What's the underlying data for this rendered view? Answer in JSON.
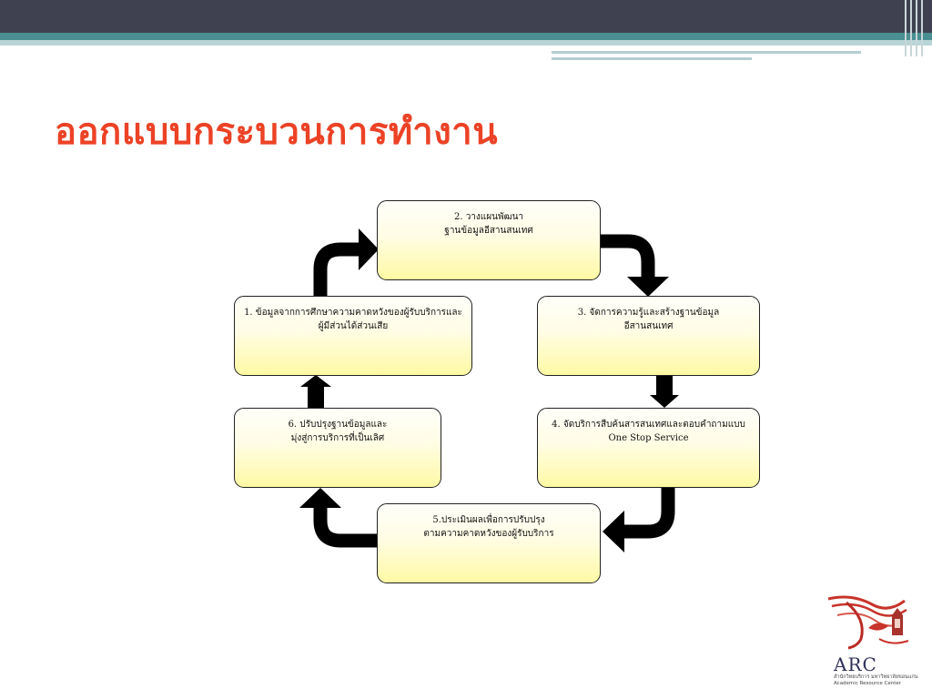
{
  "slide": {
    "title": "ออกแบบกระบวนการทำงาน"
  },
  "steps": [
    {
      "id": "step-2",
      "lines": [
        "2. วางแผนพัฒนา",
        "ฐานข้อมูลอีสานสนเทศ"
      ]
    },
    {
      "id": "step-1",
      "lines": [
        "1. ข้อมูลจากการศึกษาความคาดหวังของผู้รับบริการและ",
        "ผู้มีส่วนได้ส่วนเสีย"
      ]
    },
    {
      "id": "step-3",
      "lines": [
        "3. จัดการความรู้และสร้างฐานข้อมูล",
        "อีสานสนเทศ"
      ]
    },
    {
      "id": "step-6",
      "lines": [
        "6. ปรับปรุงฐานข้อมูลและ",
        "มุ่งสู่การบริการที่เป็นเลิศ"
      ]
    },
    {
      "id": "step-4",
      "lines": [
        "4. จัดบริการสืบค้นสารสนเทศและตอบคำถามแบบ",
        "One Stop Service"
      ]
    },
    {
      "id": "step-5",
      "lines": [
        "5.ประเมินผลเพื่อการปรับปรุง",
        "ตามความคาดหวังของผู้รับบริการ"
      ]
    }
  ],
  "logo": {
    "name": "ARC",
    "subtitle_thai": "สำนักวิทยบริการ มหาวิทยาลัยขอนแก่น",
    "subtitle_en": "Academic Resource Center",
    "colors": {
      "swirl": "#c8332b",
      "text": "#2f2f5a"
    }
  }
}
